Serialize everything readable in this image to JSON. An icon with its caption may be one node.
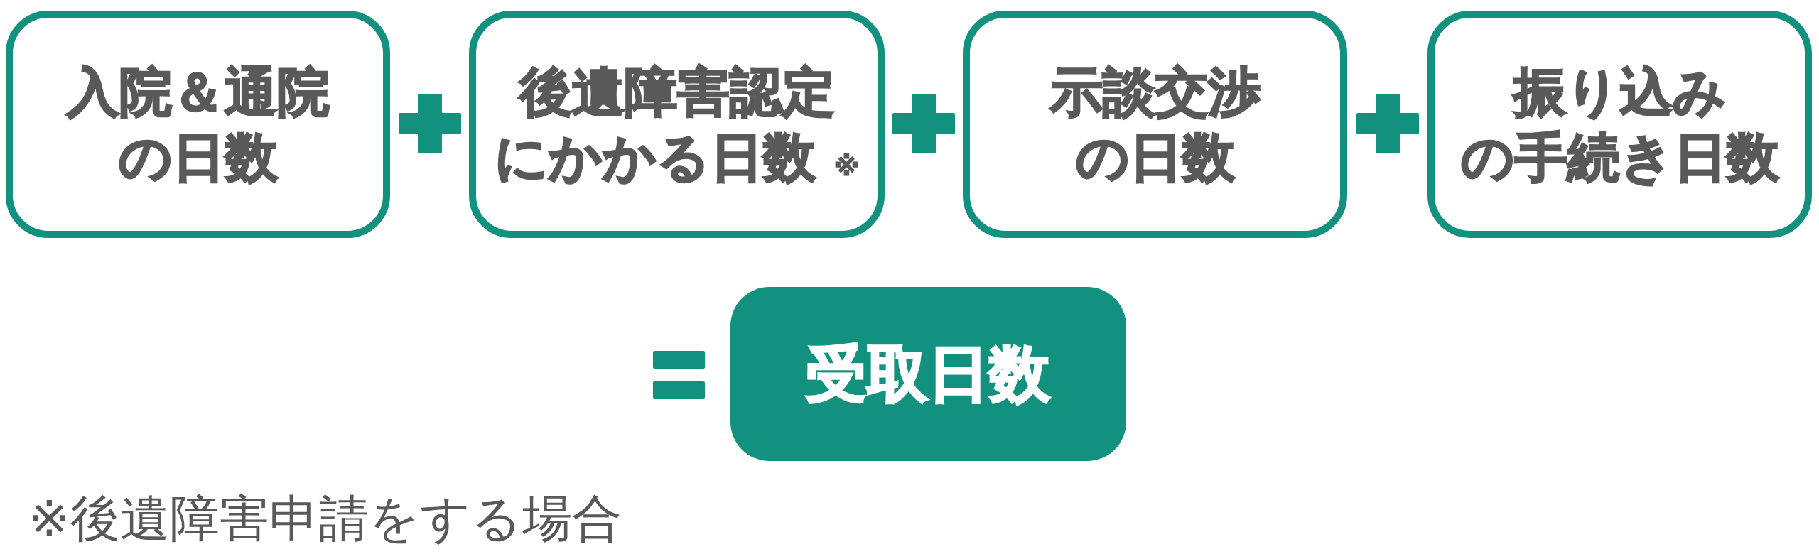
{
  "diagram": {
    "nodes": [
      {
        "text": [
          "入院＆通院の日数"
        ]
      },
      {
        "text": [
          "後遺障害認定にかかる日数 $_{※}$"
        ]
      },
      {
        "text": [
          "示談交渉の日数"
        ]
      },
      {
        "text": [
          "振り込みの手続き日数"
        ]
      },
      {
        "text": [
          "受取日数"
        ]
      }
    ],
    "labels": [
      "※後遺障害申請をする場合"
    ]
  }
}
